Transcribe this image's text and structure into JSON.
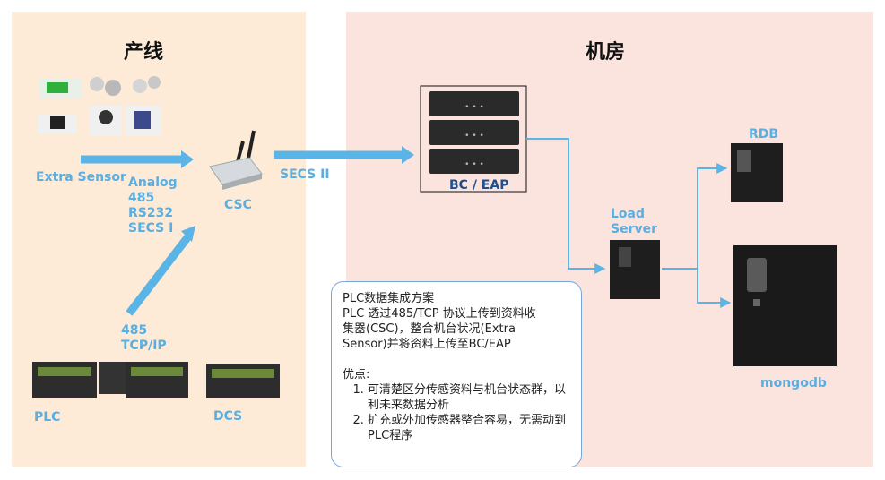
{
  "zones": {
    "production_line": "产线",
    "machine_room": "机房"
  },
  "labels": {
    "extra_sensor": "Extra Sensor",
    "analog": [
      "Analog",
      "485",
      "RS232",
      "SECS I"
    ],
    "csc": "CSC",
    "secs2": "SECS II",
    "bc_eap": "BC / EAP",
    "load_server": [
      "Load",
      "Server"
    ],
    "rdb": "RDB",
    "mongodb": "mongodb",
    "tcp": [
      "485",
      "TCP/IP"
    ],
    "plc": "PLC",
    "dcs": "DCS"
  },
  "note": {
    "title": "PLC数据集成方案",
    "line1": "PLC 透过485/TCP 协议上传到资料收",
    "line2": "集器(CSC)，整合机台状况(Extra",
    "line3": "Sensor)并将资料上传至BC/EAP",
    "adv_title": "优点:",
    "items": [
      "可清楚区分传感资料与机台状态群，以利未来数据分析",
      "扩充或外加传感器整合容易，无需动到PLC程序"
    ]
  },
  "colors": {
    "arrow": "#5ab4e6",
    "label": "#5aaee0",
    "line_zone": "#fdebd8",
    "room_zone": "#fbe3de"
  }
}
